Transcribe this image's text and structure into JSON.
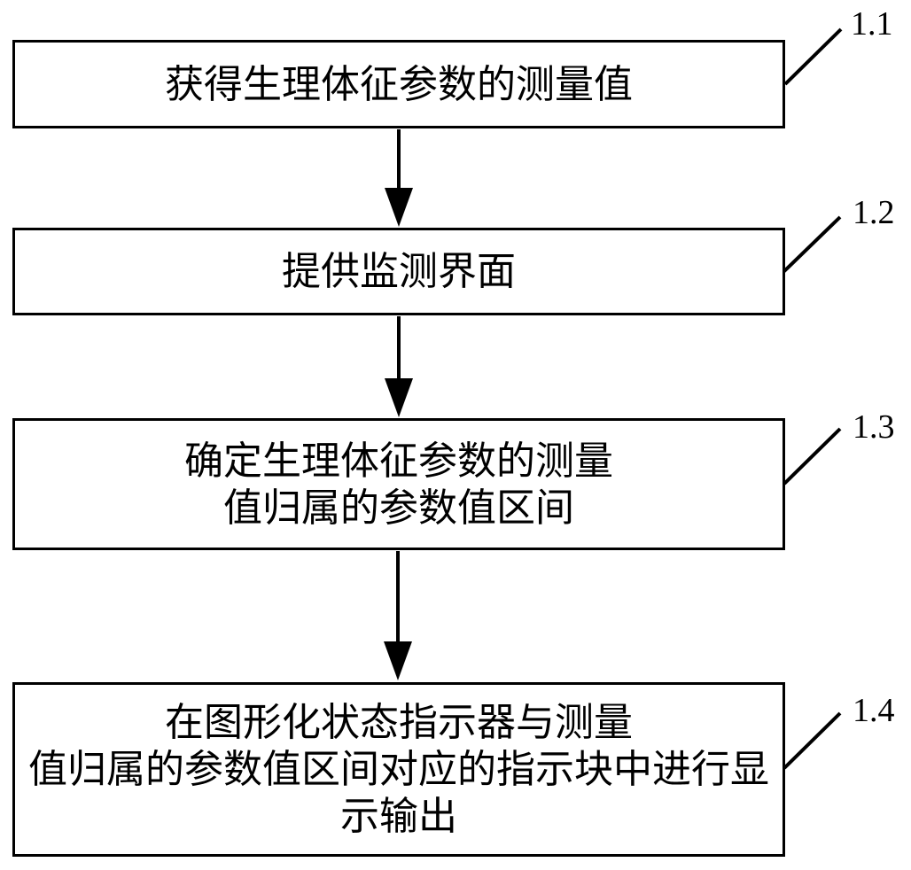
{
  "diagram": {
    "type": "flowchart",
    "colors": {
      "background": "#ffffff",
      "line": "#000000",
      "text": "#000000"
    },
    "steps": [
      {
        "ref": "1.1",
        "lines": [
          "获得生理体征参数的测量值"
        ]
      },
      {
        "ref": "1.2",
        "lines": [
          "提供监测界面"
        ]
      },
      {
        "ref": "1.3",
        "lines": [
          "确定生理体征参数的测量",
          "值归属的参数值区间"
        ]
      },
      {
        "ref": "1.4",
        "lines": [
          "在图形化状态指示器与测量",
          "值归属的参数值区间对应的指示块中进行显",
          "示输出"
        ]
      }
    ]
  }
}
